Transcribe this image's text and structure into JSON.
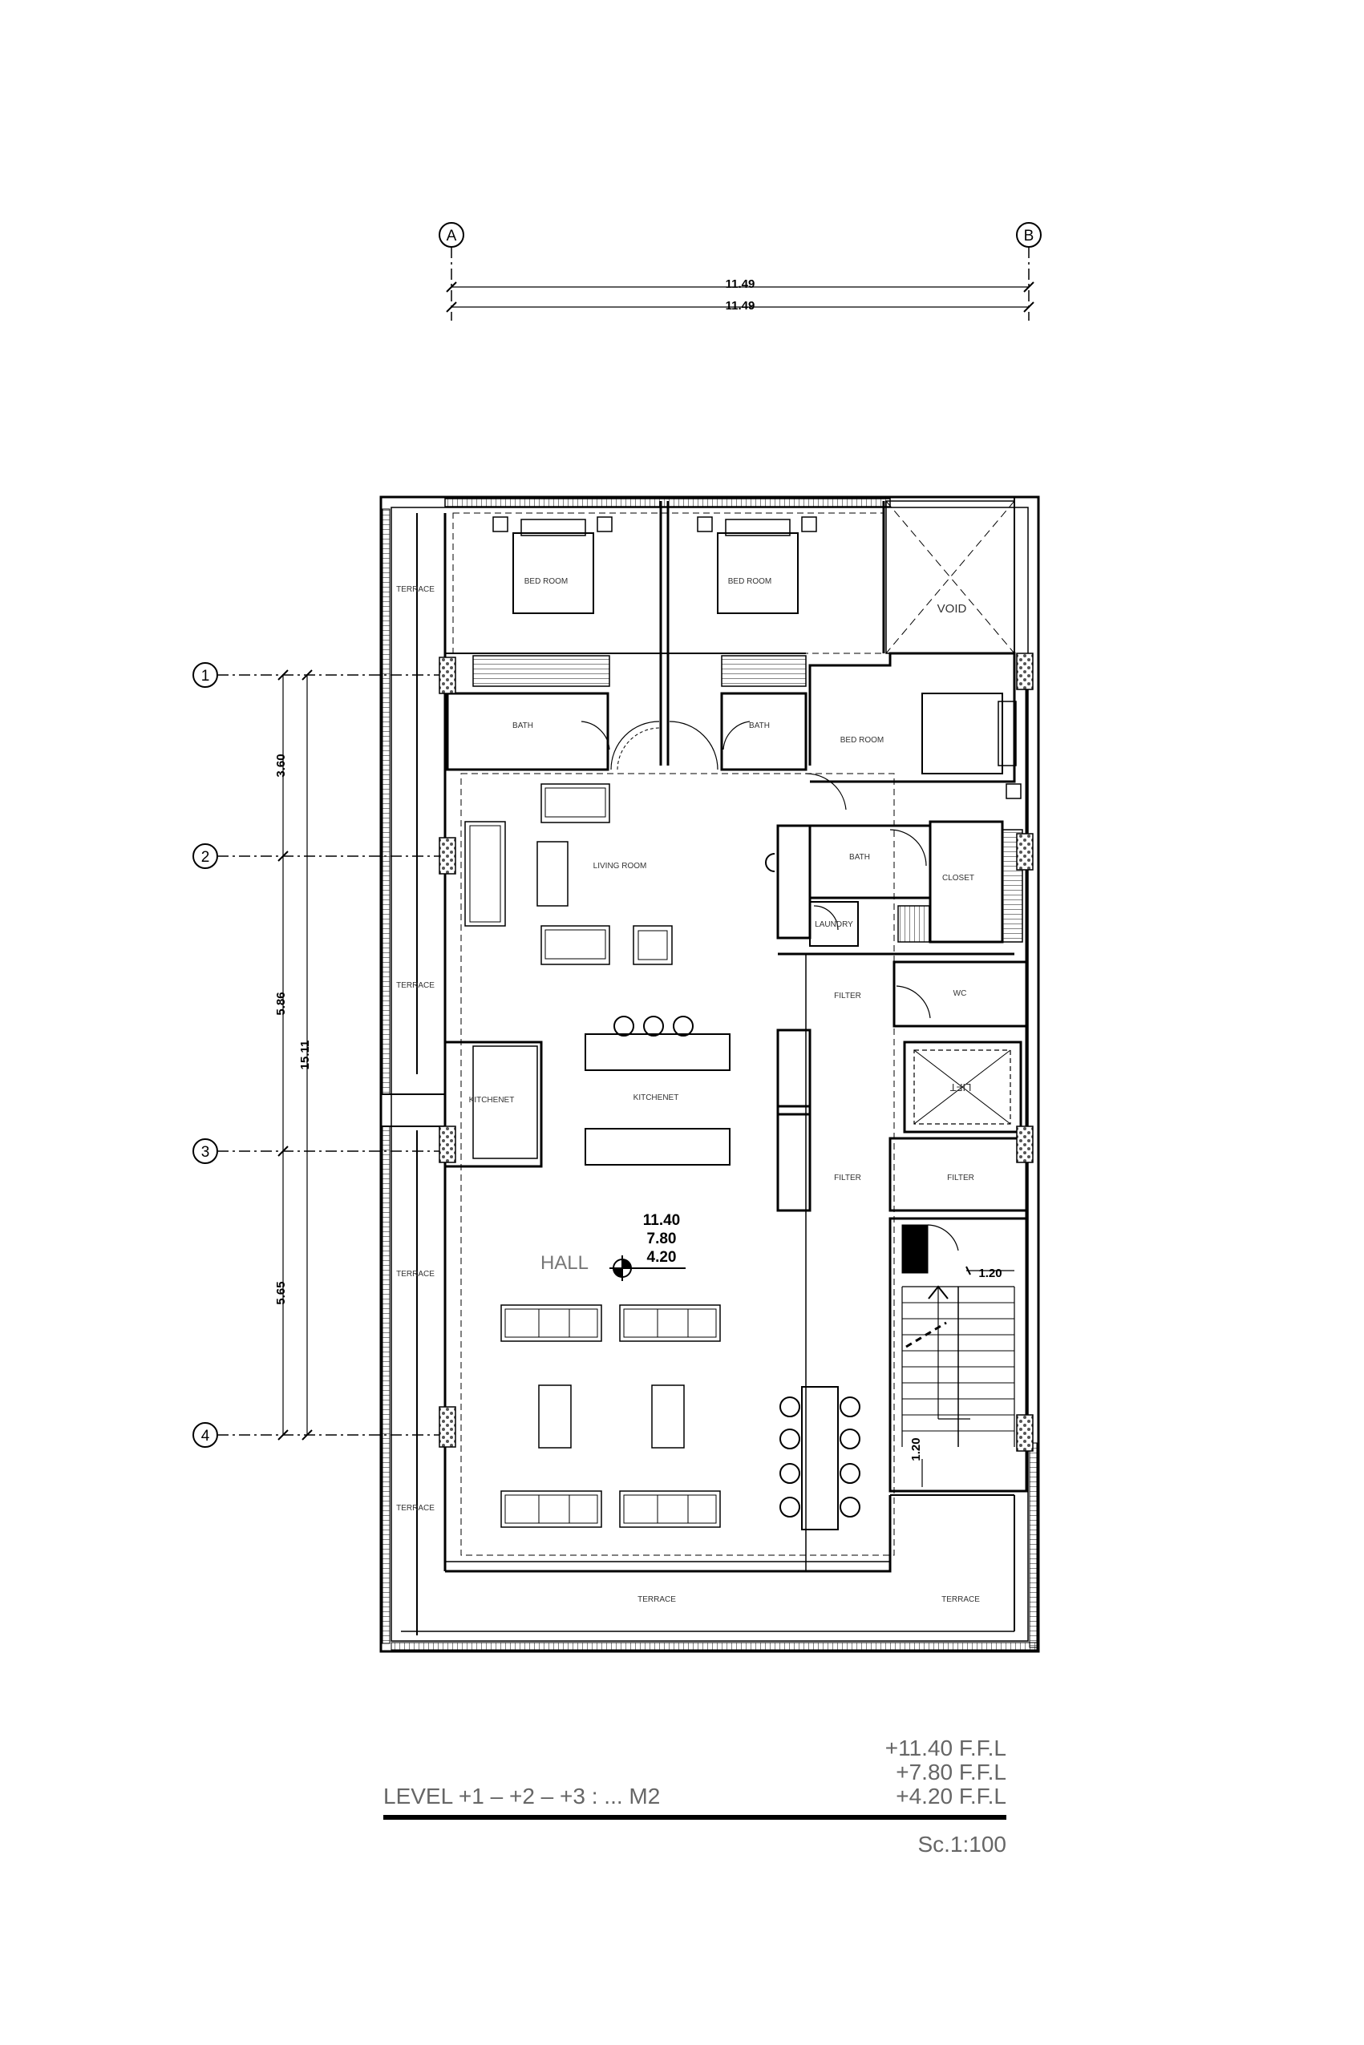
{
  "grid": {
    "columns": [
      {
        "label": "A"
      },
      {
        "label": "B"
      }
    ],
    "rows": [
      {
        "label": "1"
      },
      {
        "label": "2"
      },
      {
        "label": "3"
      },
      {
        "label": "4"
      }
    ]
  },
  "dimensions": {
    "top_overall_1": "11.49",
    "top_overall_2": "11.49",
    "left_segments": [
      "3.60",
      "5.86",
      "5.65"
    ],
    "left_total": "15.11",
    "stair_width": "1.20",
    "stair_landing": "1.20"
  },
  "rooms": {
    "terrace_1": "TERRACE",
    "terrace_2": "TERRACE",
    "terrace_3": "TERRACE",
    "terrace_4": "TERRACE",
    "terrace_bottom": "TERRACE",
    "terrace_br": "TERRACE",
    "bed_1": "BED ROOM",
    "bed_2": "BED ROOM",
    "bed_3": "BED ROOM",
    "void": "VOID",
    "bath_1": "BATH",
    "bath_2": "BATH",
    "bath_3": "BATH",
    "closet": "CLOSET",
    "laundry": "LAUNDRY",
    "living": "LIVING ROOM",
    "kitchenet_1": "KITCHENET",
    "kitchenet_2": "KITCHENET",
    "filter_1": "FILTER",
    "filter_2": "FILTER",
    "filter_3": "FILTER",
    "wc": "WC",
    "lift": "LIFT",
    "hall": "HALL"
  },
  "level_marker": {
    "l1": "11.40",
    "l2": "7.80",
    "l3": "4.20"
  },
  "title_block": {
    "elev_1": "+11.40  F.F.L",
    "elev_2": "+7.80  F.F.L",
    "elev_3": "+4.20  F.F.L",
    "level": "LEVEL  +1  –  +2  –  +3  :  ...  M2",
    "scale": "Sc.1:100"
  }
}
